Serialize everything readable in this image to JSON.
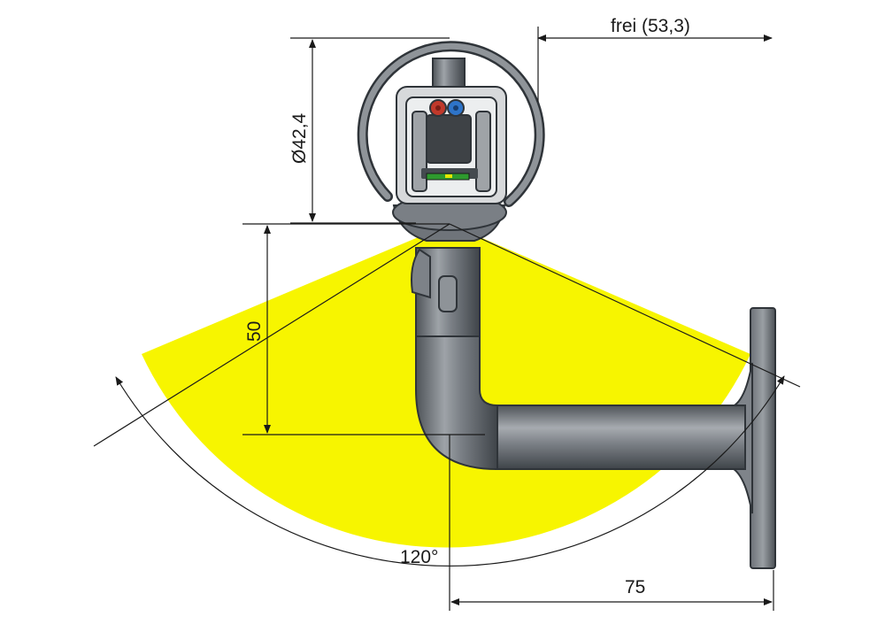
{
  "dimensions": {
    "clearance": "frei (53,3)",
    "diameter": "Ø42,4",
    "height": "50",
    "angle": "120°",
    "projection": "75"
  },
  "colors": {
    "light_cone": "#f7f500",
    "steel_dark": "#5f646a",
    "steel_mid": "#8d9297",
    "steel_light": "#c9ccce",
    "outline": "#2f3439",
    "led_red": "#c0392b",
    "led_blue": "#2e74c9",
    "led_green": "#2e9a2e",
    "dimension_line": "#1a1a1a"
  }
}
